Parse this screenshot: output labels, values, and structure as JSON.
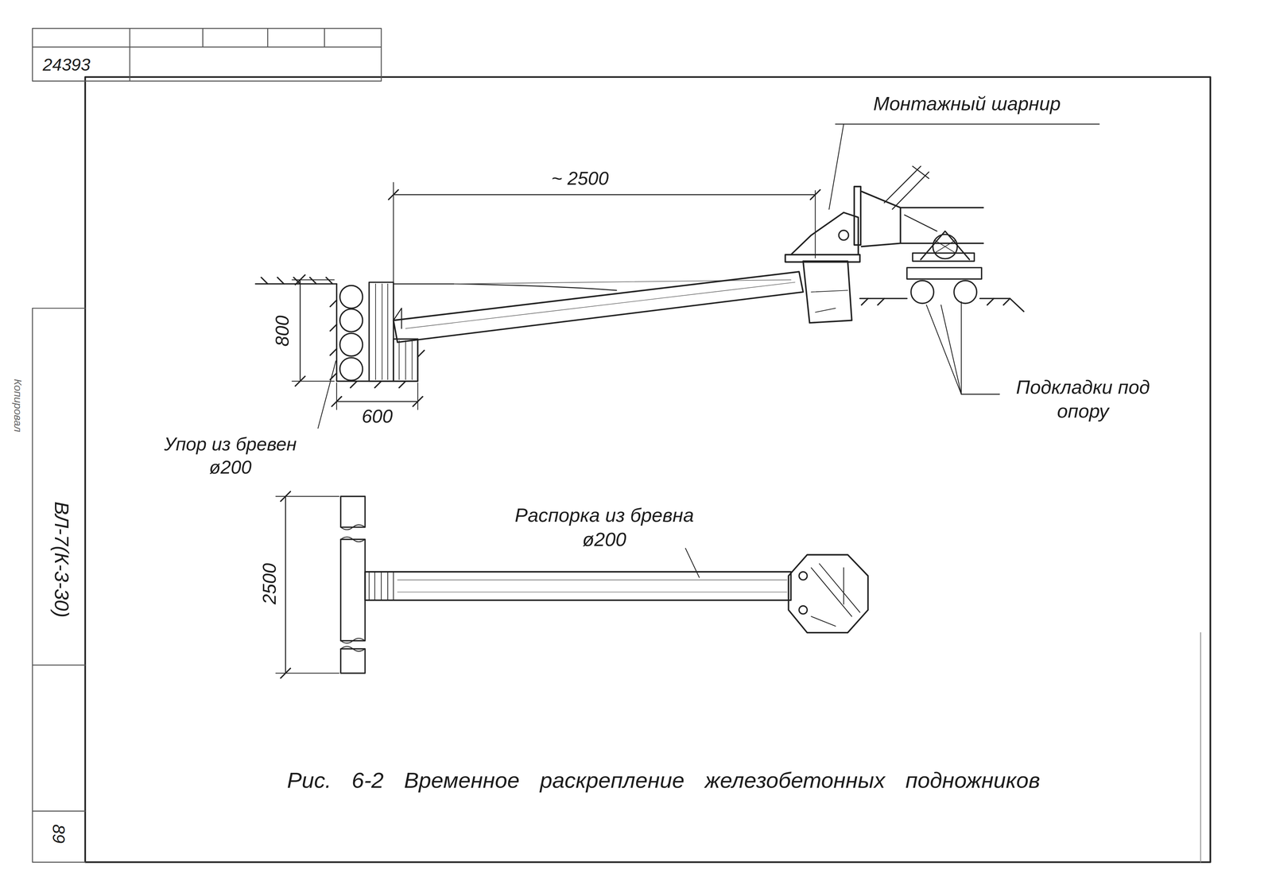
{
  "diagram": {
    "caption": "Рис. 6-2 Временное раскрепление железобетонных подножников",
    "labels": [
      "24393",
      "Монтажный шарнир",
      "~ 2500",
      "800",
      "600",
      "Упор из бревен ø200",
      "Подкладки под опору",
      "2500",
      "Распорка из бревна ø200",
      "ВЛ-7(К-3-30)",
      "89",
      "Копировал"
    ]
  }
}
